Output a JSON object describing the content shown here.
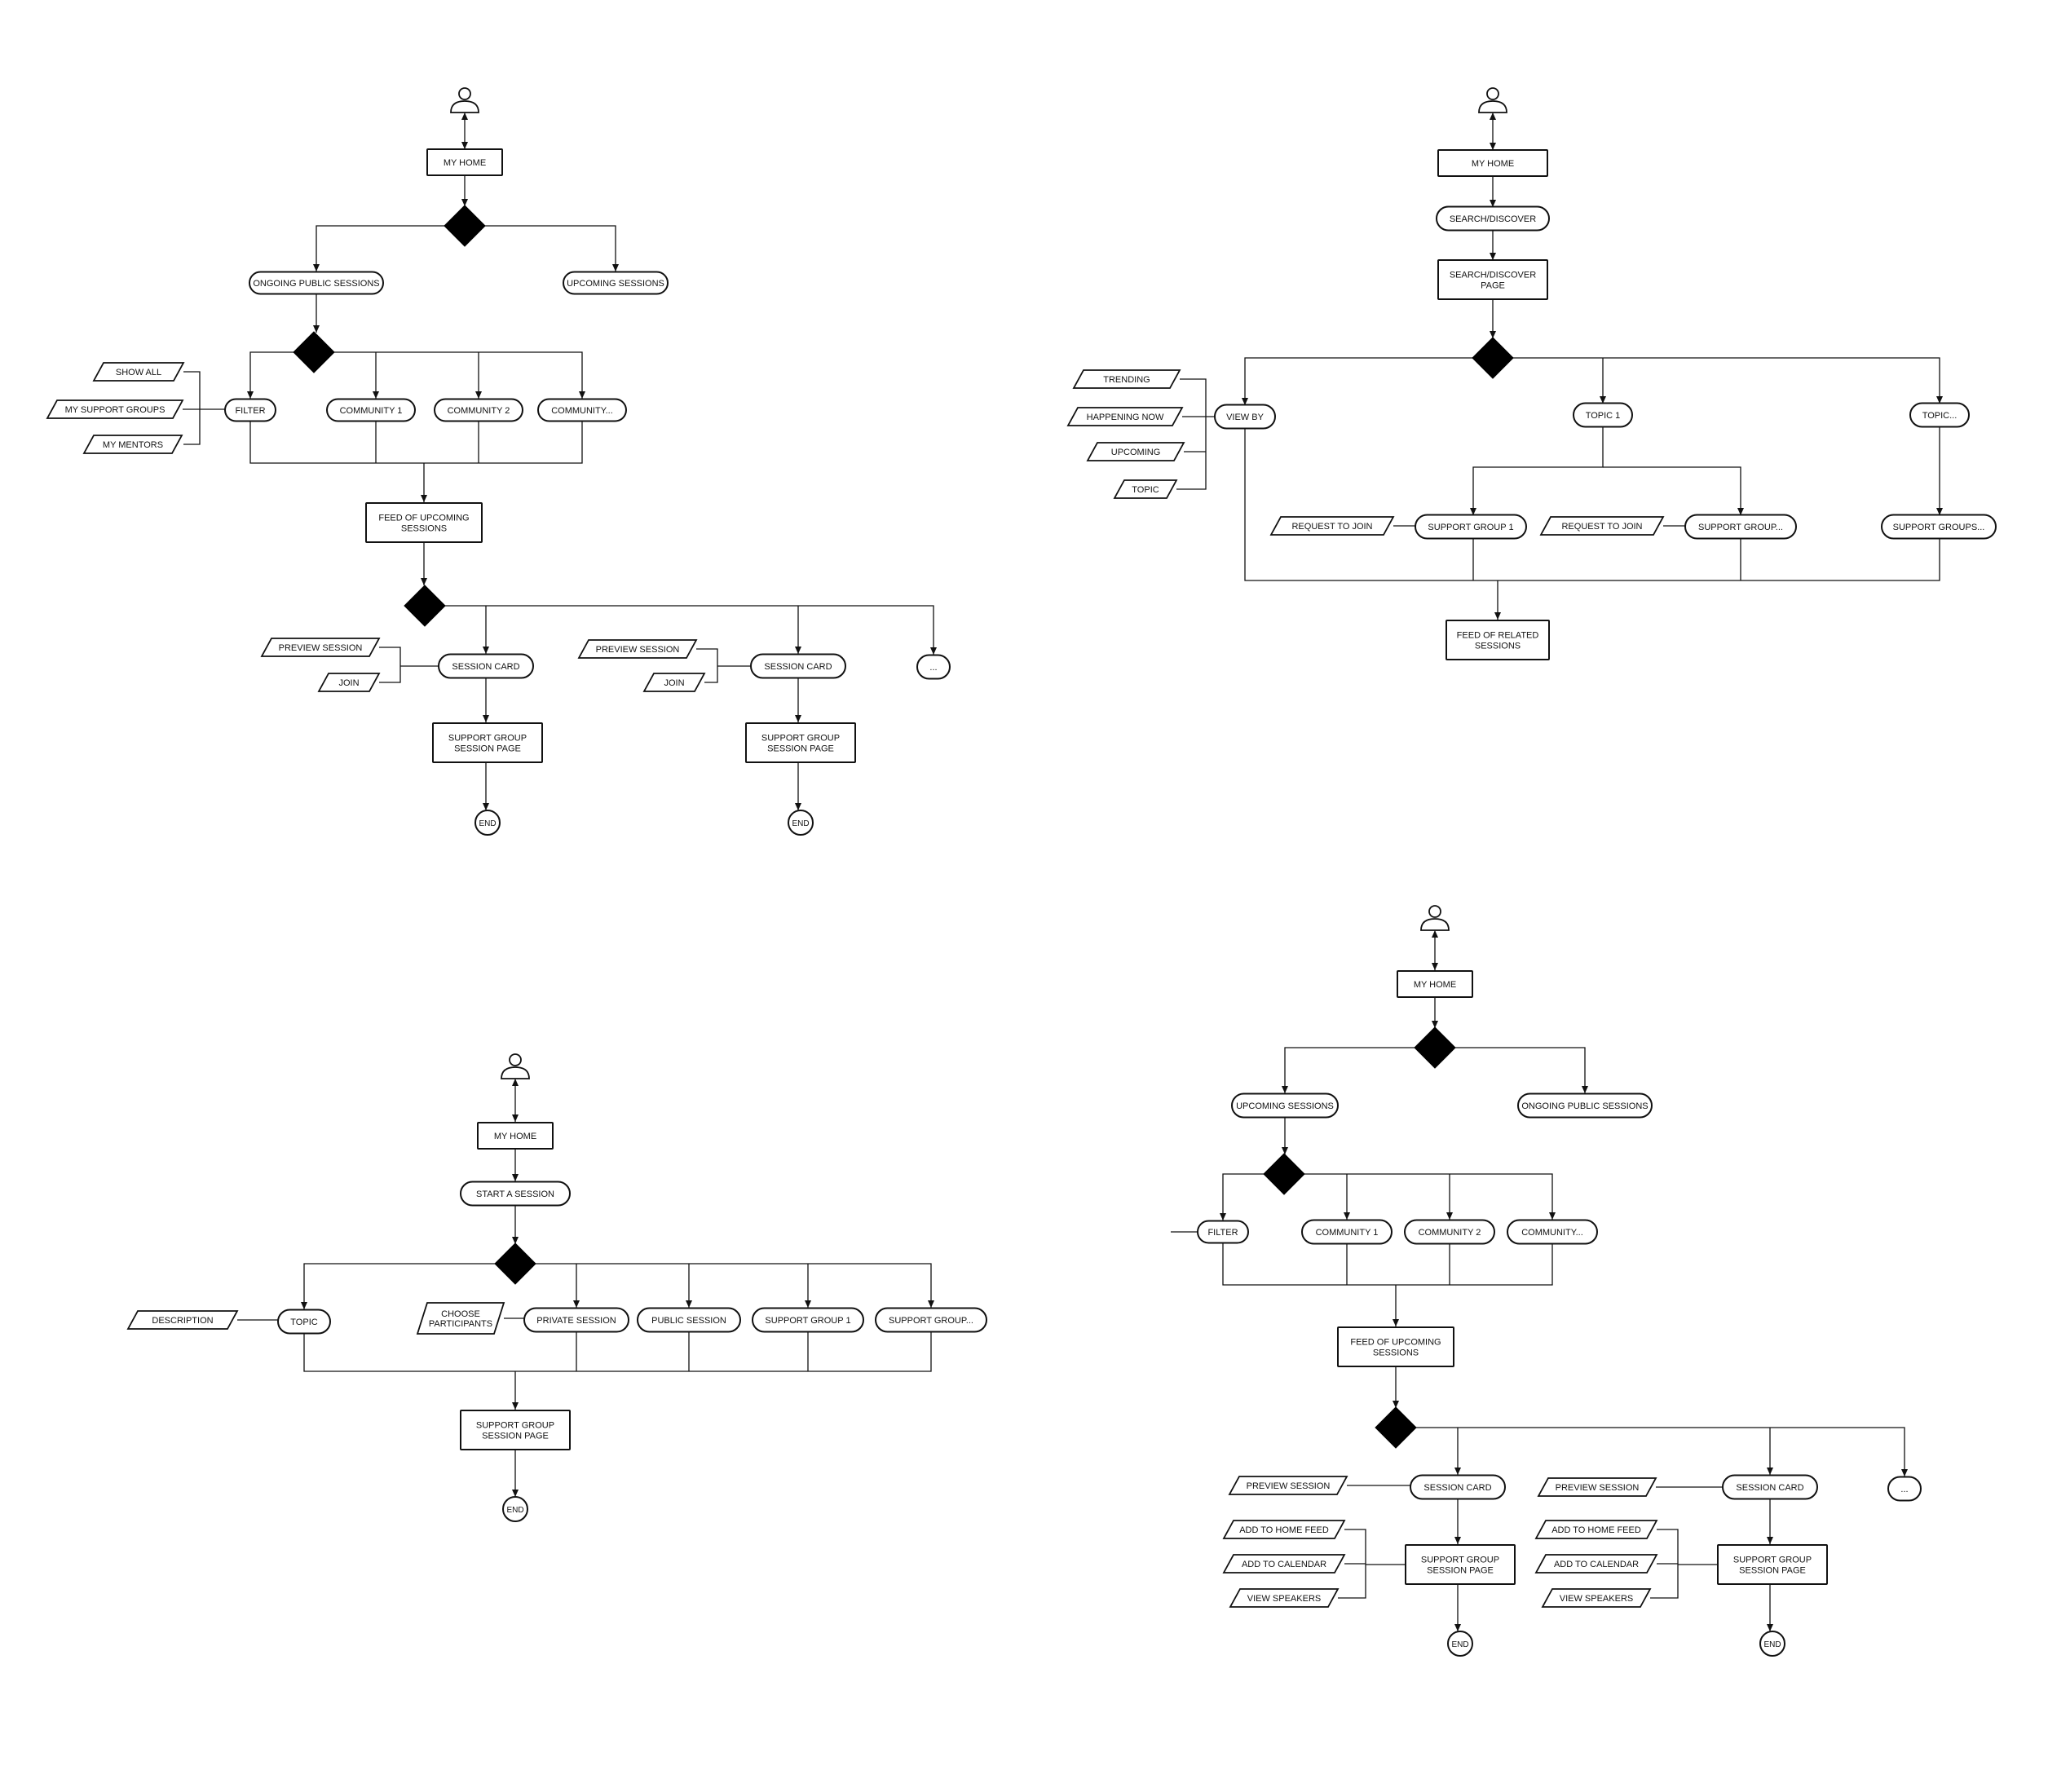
{
  "flows": [
    {
      "id": "flow-upcoming-feed",
      "nodes": [
        {
          "id": "a_user",
          "type": "user"
        },
        {
          "id": "a_home",
          "type": "rect",
          "text": "MY HOME"
        },
        {
          "id": "a_d1",
          "type": "diamond"
        },
        {
          "id": "a_ongoing",
          "type": "pill",
          "text": "ONGOING PUBLIC SESSIONS"
        },
        {
          "id": "a_upcoming",
          "type": "pill",
          "text": "UPCOMING SESSIONS"
        },
        {
          "id": "a_d2",
          "type": "diamond"
        },
        {
          "id": "a_filter",
          "type": "pill",
          "text": "FILTER"
        },
        {
          "id": "a_c1",
          "type": "pill",
          "text": "COMMUNITY 1"
        },
        {
          "id": "a_c2",
          "type": "pill",
          "text": "COMMUNITY 2"
        },
        {
          "id": "a_c3",
          "type": "pill",
          "text": "COMMUNITY..."
        },
        {
          "id": "a_showall",
          "type": "para",
          "text": "SHOW ALL"
        },
        {
          "id": "a_mysg",
          "type": "para",
          "text": "MY SUPPORT GROUPS"
        },
        {
          "id": "a_mymentors",
          "type": "para",
          "text": "MY MENTORS"
        },
        {
          "id": "a_feed",
          "type": "rect",
          "text": "FEED OF UPCOMING\nSESSIONS"
        },
        {
          "id": "a_d3",
          "type": "diamond"
        },
        {
          "id": "a_card1",
          "type": "pill",
          "text": "SESSION CARD"
        },
        {
          "id": "a_card2",
          "type": "pill",
          "text": "SESSION CARD"
        },
        {
          "id": "a_more",
          "type": "pill",
          "text": "..."
        },
        {
          "id": "a_prev1",
          "type": "para",
          "text": "PREVIEW SESSION"
        },
        {
          "id": "a_join1",
          "type": "para",
          "text": "JOIN"
        },
        {
          "id": "a_prev2",
          "type": "para",
          "text": "PREVIEW SESSION"
        },
        {
          "id": "a_join2",
          "type": "para",
          "text": "JOIN"
        },
        {
          "id": "a_page1",
          "type": "rect",
          "text": "SUPPORT GROUP\nSESSION PAGE"
        },
        {
          "id": "a_page2",
          "type": "rect",
          "text": "SUPPORT GROUP\nSESSION PAGE"
        },
        {
          "id": "a_end1",
          "type": "circle",
          "text": "END"
        },
        {
          "id": "a_end2",
          "type": "circle",
          "text": "END"
        }
      ]
    },
    {
      "id": "flow-search-discover",
      "nodes": [
        {
          "id": "b_user",
          "type": "user"
        },
        {
          "id": "b_home",
          "type": "rect",
          "text": "MY HOME"
        },
        {
          "id": "b_search",
          "type": "pill",
          "text": "SEARCH/DISCOVER"
        },
        {
          "id": "b_page",
          "type": "rect",
          "text": "SEARCH/DISCOVER\nPAGE"
        },
        {
          "id": "b_d1",
          "type": "diamond"
        },
        {
          "id": "b_viewby",
          "type": "pill",
          "text": "VIEW BY"
        },
        {
          "id": "b_topic1",
          "type": "pill",
          "text": "TOPIC 1"
        },
        {
          "id": "b_topicn",
          "type": "pill",
          "text": "TOPIC..."
        },
        {
          "id": "b_trending",
          "type": "para",
          "text": "TRENDING"
        },
        {
          "id": "b_happening",
          "type": "para",
          "text": "HAPPENING NOW"
        },
        {
          "id": "b_upcoming",
          "type": "para",
          "text": "UPCOMING"
        },
        {
          "id": "b_topic",
          "type": "para",
          "text": "TOPIC"
        },
        {
          "id": "b_sg1",
          "type": "pill",
          "text": "SUPPORT GROUP 1"
        },
        {
          "id": "b_sgn",
          "type": "pill",
          "text": "SUPPORT GROUP..."
        },
        {
          "id": "b_sgs",
          "type": "pill",
          "text": "SUPPORT GROUPS..."
        },
        {
          "id": "b_req1",
          "type": "para",
          "text": "REQUEST TO JOIN"
        },
        {
          "id": "b_req2",
          "type": "para",
          "text": "REQUEST TO JOIN"
        },
        {
          "id": "b_feed",
          "type": "rect",
          "text": "FEED OF RELATED\nSESSIONS"
        }
      ]
    },
    {
      "id": "flow-start-session",
      "nodes": [
        {
          "id": "c_user",
          "type": "user"
        },
        {
          "id": "c_home",
          "type": "rect",
          "text": "MY HOME"
        },
        {
          "id": "c_start",
          "type": "pill",
          "text": "START A SESSION"
        },
        {
          "id": "c_d1",
          "type": "diamond"
        },
        {
          "id": "c_topic",
          "type": "pill",
          "text": "TOPIC"
        },
        {
          "id": "c_private",
          "type": "pill",
          "text": "PRIVATE SESSION"
        },
        {
          "id": "c_public",
          "type": "pill",
          "text": "PUBLIC SESSION"
        },
        {
          "id": "c_sg1",
          "type": "pill",
          "text": "SUPPORT GROUP 1"
        },
        {
          "id": "c_sgn",
          "type": "pill",
          "text": "SUPPORT GROUP..."
        },
        {
          "id": "c_desc",
          "type": "para",
          "text": "DESCRIPTION"
        },
        {
          "id": "c_choose",
          "type": "para",
          "text": "CHOOSE\nPARTICIPANTS"
        },
        {
          "id": "c_page",
          "type": "rect",
          "text": "SUPPORT GROUP\nSESSION PAGE"
        },
        {
          "id": "c_end",
          "type": "circle",
          "text": "END"
        }
      ]
    },
    {
      "id": "flow-upcoming-sessions",
      "nodes": [
        {
          "id": "d_user",
          "type": "user"
        },
        {
          "id": "d_home",
          "type": "rect",
          "text": "MY HOME"
        },
        {
          "id": "d_d1",
          "type": "diamond"
        },
        {
          "id": "d_upcoming",
          "type": "pill",
          "text": "UPCOMING SESSIONS"
        },
        {
          "id": "d_ongoing",
          "type": "pill",
          "text": "ONGOING PUBLIC SESSIONS"
        },
        {
          "id": "d_d2",
          "type": "diamond"
        },
        {
          "id": "d_filter",
          "type": "pill",
          "text": "FILTER"
        },
        {
          "id": "d_c1",
          "type": "pill",
          "text": "COMMUNITY 1"
        },
        {
          "id": "d_c2",
          "type": "pill",
          "text": "COMMUNITY 2"
        },
        {
          "id": "d_c3",
          "type": "pill",
          "text": "COMMUNITY..."
        },
        {
          "id": "d_feed",
          "type": "rect",
          "text": "FEED OF UPCOMING\nSESSIONS"
        },
        {
          "id": "d_d3",
          "type": "diamond"
        },
        {
          "id": "d_card1",
          "type": "pill",
          "text": "SESSION CARD"
        },
        {
          "id": "d_card2",
          "type": "pill",
          "text": "SESSION CARD"
        },
        {
          "id": "d_more",
          "type": "pill",
          "text": "..."
        },
        {
          "id": "d_prev1",
          "type": "para",
          "text": "PREVIEW SESSION"
        },
        {
          "id": "d_prev2",
          "type": "para",
          "text": "PREVIEW SESSION"
        },
        {
          "id": "d_page1",
          "type": "rect",
          "text": "SUPPORT GROUP\nSESSION PAGE"
        },
        {
          "id": "d_page2",
          "type": "rect",
          "text": "SUPPORT GROUP\nSESSION PAGE"
        },
        {
          "id": "d_addhome1",
          "type": "para",
          "text": "ADD TO HOME FEED"
        },
        {
          "id": "d_addcal1",
          "type": "para",
          "text": "ADD TO CALENDAR"
        },
        {
          "id": "d_speak1",
          "type": "para",
          "text": "VIEW SPEAKERS"
        },
        {
          "id": "d_addhome2",
          "type": "para",
          "text": "ADD TO HOME FEED"
        },
        {
          "id": "d_addcal2",
          "type": "para",
          "text": "ADD TO CALENDAR"
        },
        {
          "id": "d_speak2",
          "type": "para",
          "text": "VIEW SPEAKERS"
        },
        {
          "id": "d_end1",
          "type": "circle",
          "text": "END"
        },
        {
          "id": "d_end2",
          "type": "circle",
          "text": "END"
        }
      ]
    }
  ]
}
